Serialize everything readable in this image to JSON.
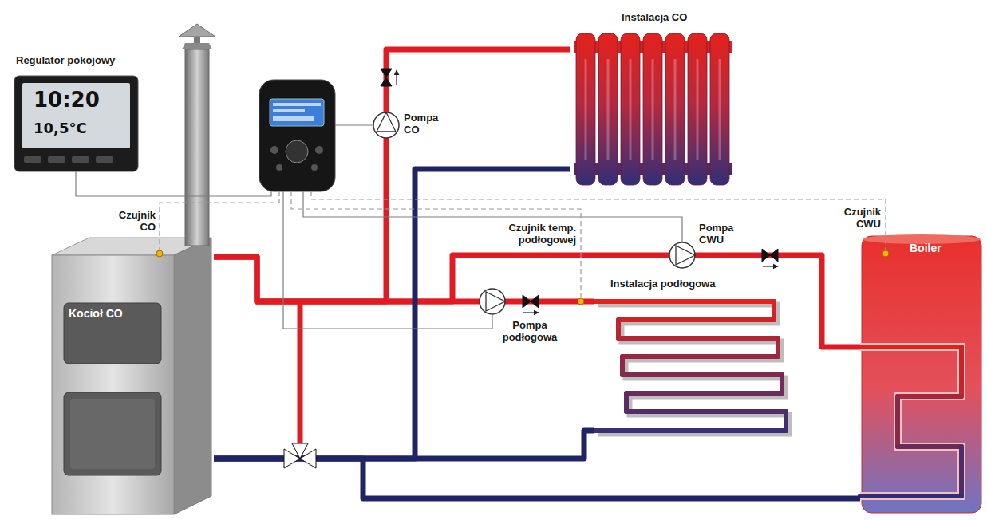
{
  "diagram": {
    "nodes": [
      {
        "text": [
          "Regulator pokojowy",
          "10:20",
          "10,5°C"
        ]
      },
      {
        "text": [
          "Instalacja CO"
        ]
      },
      {
        "text": [
          "Kocioł CO"
        ]
      },
      {
        "text": [
          "Instalacja podłogowa"
        ]
      },
      {
        "text": [
          "Boiler"
        ]
      }
    ],
    "edges": [
      {
        "from": 2,
        "to": 1,
        "arrow": "none"
      },
      {
        "from": 2,
        "to": 3,
        "arrow": "none"
      },
      {
        "from": 2,
        "to": 4,
        "arrow": "none"
      },
      {
        "from": 1,
        "to": 2,
        "arrow": "none"
      },
      {
        "from": 3,
        "to": 2,
        "arrow": "none"
      },
      {
        "from": 4,
        "to": 2,
        "arrow": "none"
      }
    ],
    "labels": [
      "Czujnik CO",
      "Pompa CO",
      "Czujnik temp. podłogowej",
      "Pompa CWU",
      "Czujnik CWU",
      "Pompa podłogowa"
    ]
  }
}
